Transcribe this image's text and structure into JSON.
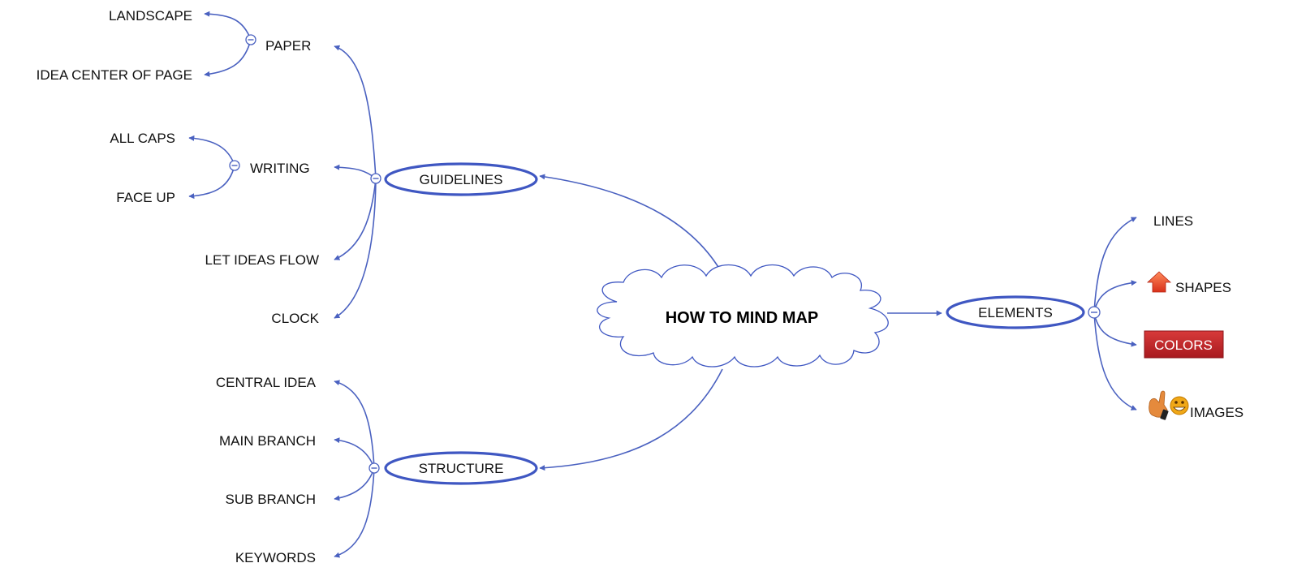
{
  "central_topic": "HOW TO MIND MAP",
  "branches": {
    "guidelines": {
      "label": "GUIDELINES",
      "children": {
        "paper": {
          "label": "PAPER",
          "children": [
            "LANDSCAPE",
            "IDEA CENTER OF PAGE"
          ]
        },
        "writing": {
          "label": "WRITING",
          "children": [
            "ALL CAPS",
            "FACE UP"
          ]
        },
        "let_ideas_flow": {
          "label": "LET IDEAS FLOW"
        },
        "clock": {
          "label": "CLOCK"
        }
      }
    },
    "structure": {
      "label": "STRUCTURE",
      "children": [
        "CENTRAL IDEA",
        "MAIN BRANCH",
        "SUB BRANCH",
        "KEYWORDS"
      ]
    },
    "elements": {
      "label": "ELEMENTS",
      "children": {
        "lines": {
          "label": "LINES"
        },
        "shapes": {
          "label": "SHAPES",
          "icon": "red-up-arrow-icon"
        },
        "colors": {
          "label": "COLORS",
          "badge_color": "#c0282d"
        },
        "images": {
          "label": "IMAGES",
          "icons": [
            "pointing-hand-icon",
            "smiley-face-icon"
          ]
        }
      }
    }
  },
  "colors": {
    "edge": "#4a61c0",
    "oval_border": "#3f57c2",
    "text": "#111111",
    "colors_badge": "#c0282d"
  }
}
